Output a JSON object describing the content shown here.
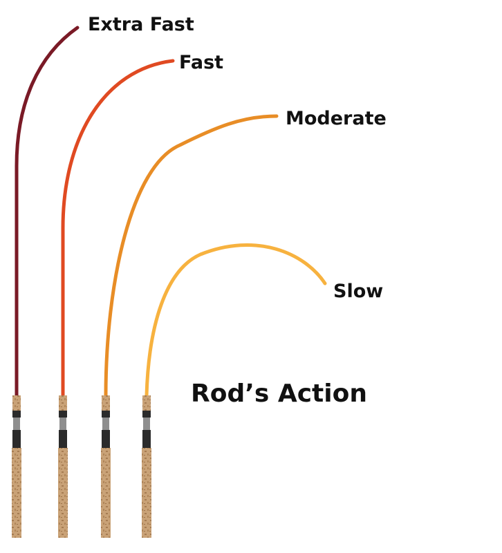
{
  "title": "Rod’s Action",
  "rods": [
    {
      "label": "Extra Fast",
      "color": "#7a1a26"
    },
    {
      "label": "Fast",
      "color": "#e04a22"
    },
    {
      "label": "Moderate",
      "color": "#e88d26"
    },
    {
      "label": "Slow",
      "color": "#f7b23f"
    }
  ],
  "colors": {
    "cork": "#c9a277",
    "cork_dark": "#a07a52",
    "reel_seat": "#2b2b2b",
    "text": "#111111"
  }
}
